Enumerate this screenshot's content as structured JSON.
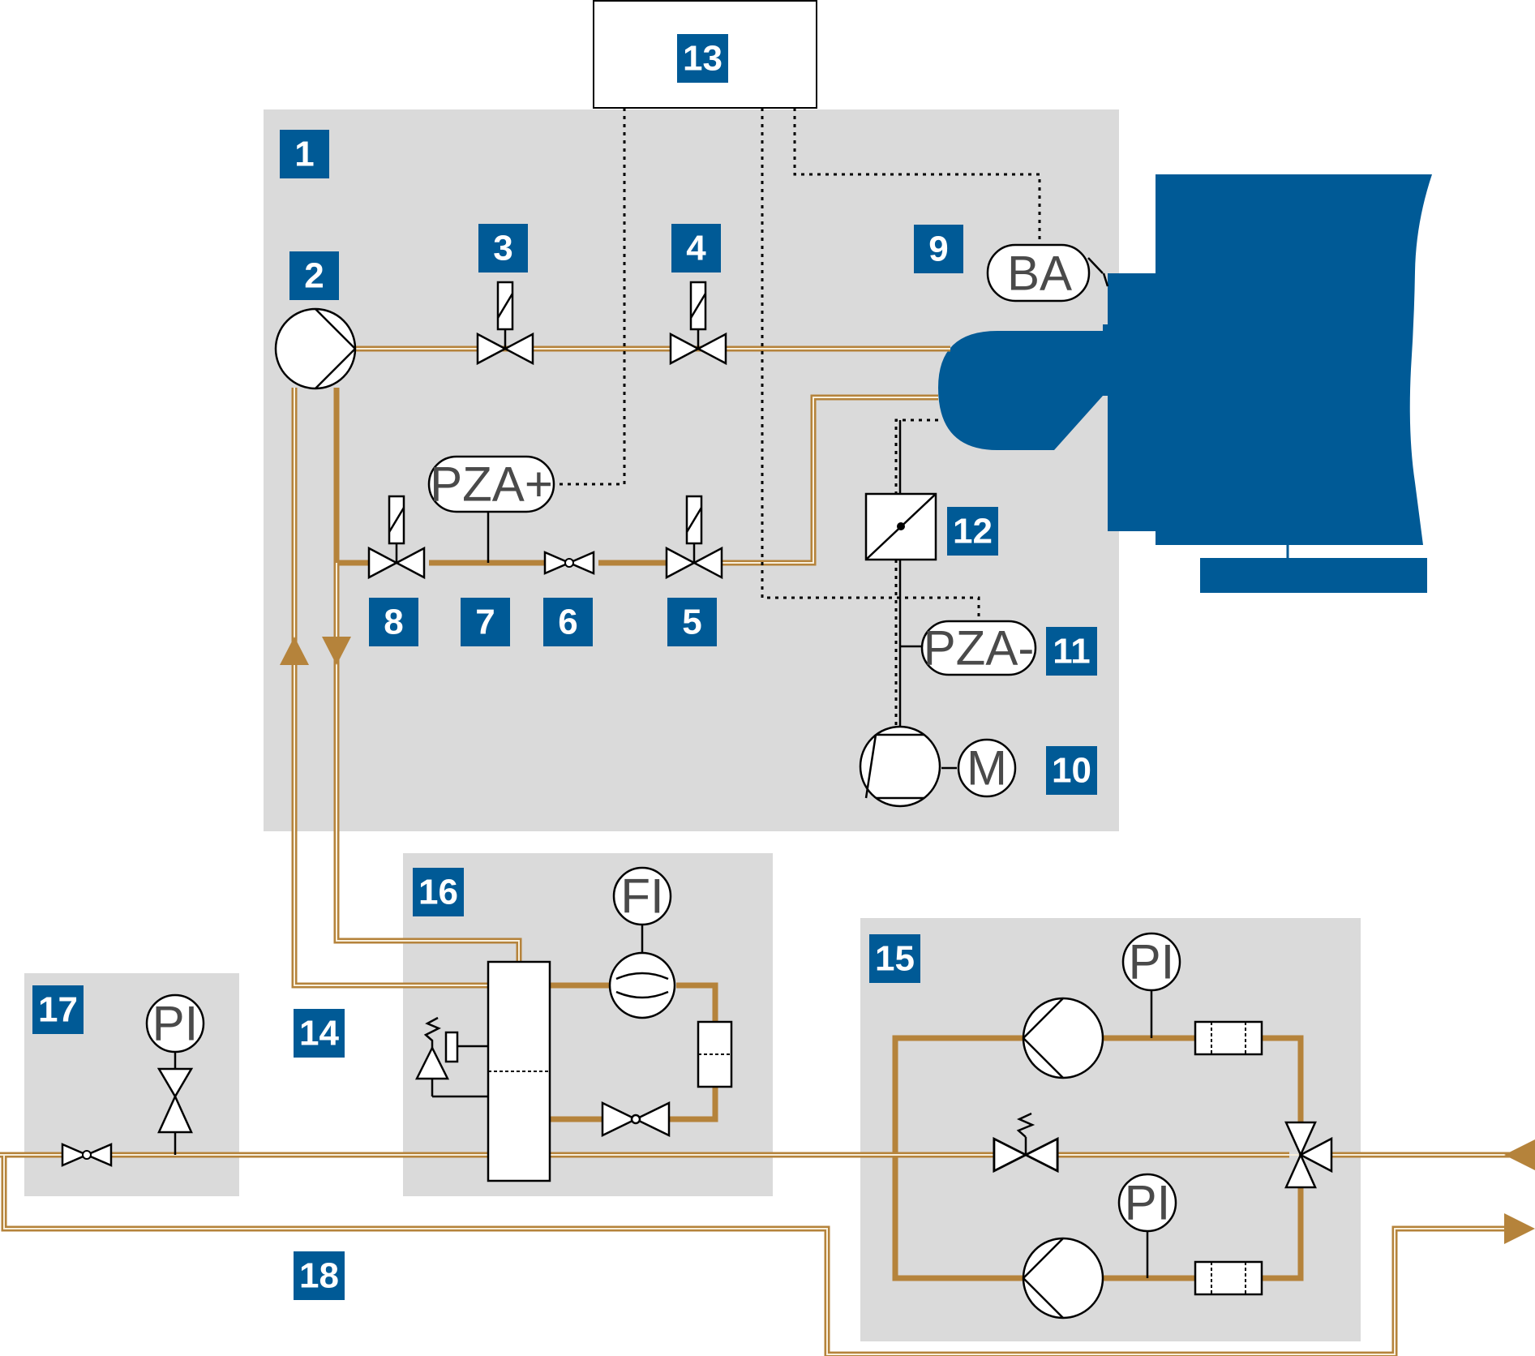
{
  "colors": {
    "panel": "#dadada",
    "badge": "#005a96",
    "burner": "#005a96",
    "oil_line": "#b5833b"
  },
  "badges": {
    "b1": "1",
    "b2": "2",
    "b3": "3",
    "b4": "4",
    "b5": "5",
    "b6": "6",
    "b7": "7",
    "b8": "8",
    "b9": "9",
    "b10": "10",
    "b11": "11",
    "b12": "12",
    "b13": "13",
    "b14": "14",
    "b15": "15",
    "b16": "16",
    "b17": "17",
    "b18": "18"
  },
  "instruments": {
    "ba": "BA",
    "pza_plus": "PZA+",
    "pza_minus": "PZA-",
    "motor": "M",
    "fi": "FI",
    "pi_top": "PI",
    "pi_bottom": "PI",
    "pi_left": "PI"
  },
  "icons": [
    "gear-pump-icon",
    "solenoid-valve-icon",
    "check-valve-icon",
    "pressure-switch-icon",
    "compressor-icon",
    "motor-icon",
    "damper-actuator-icon",
    "flow-meter-icon",
    "filter-icon",
    "relief-valve-icon",
    "three-way-valve-icon",
    "flow-arrow-icon",
    "burner-icon"
  ]
}
